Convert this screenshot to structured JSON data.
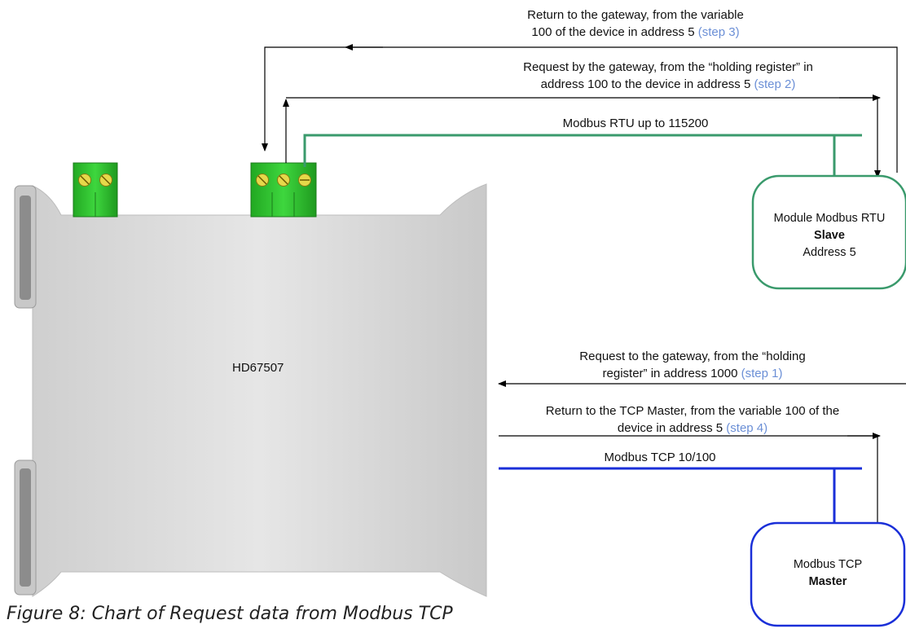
{
  "device": {
    "name": "HD67507"
  },
  "slave": {
    "line1": "Module Modbus RTU",
    "line2": "Slave",
    "line3": "Address 5"
  },
  "master": {
    "line1": "Modbus TCP",
    "line2": "Master"
  },
  "buses": {
    "rtu": "Modbus RTU up to 115200",
    "tcp": "Modbus TCP 10/100"
  },
  "arrows": {
    "step3": {
      "line1": "Return to the gateway, from the variable",
      "line2": "100 of the device in address 5",
      "step": "(step 3)"
    },
    "step2": {
      "line1": "Request by the gateway, from the “holding register” in",
      "line2": "address 100 to the device in address 5",
      "step": "(step 2)"
    },
    "step1": {
      "line1": "Request to the gateway, from the “holding",
      "line2": "register” in address 1000",
      "step": "(step 1)"
    },
    "step4": {
      "line1": "Return to the TCP Master, from the variable 100 of the",
      "line2": "device in address 5",
      "step": "(step 4)"
    }
  },
  "caption": "Figure 8: Chart of Request data from Modbus TCP",
  "colors": {
    "rtu_bus": "#3a9a6c",
    "tcp_bus": "#1a2fd8",
    "device_body": "#d9d9d9",
    "terminal": "#2fbf2f",
    "step_text": "#6b8fd6"
  }
}
